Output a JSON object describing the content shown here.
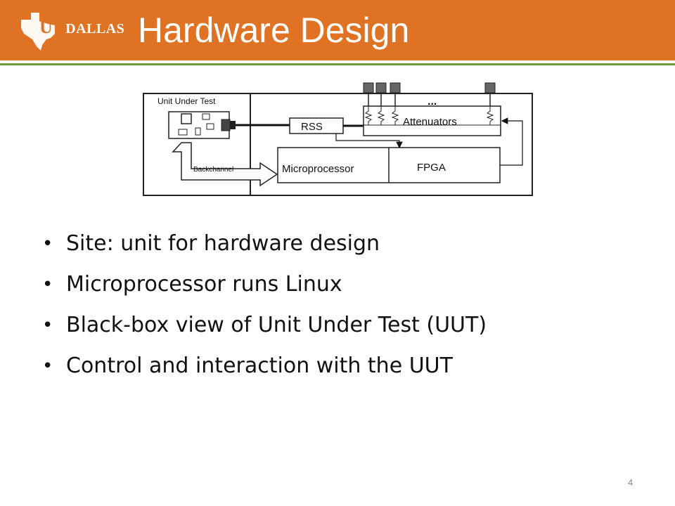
{
  "header": {
    "logo": {
      "ut": "UT",
      "dallas": "DALLAS"
    },
    "title": "Hardware Design"
  },
  "diagram": {
    "labels": {
      "uut": "Unit Under Test",
      "rss": "RSS",
      "attenuators": "Attenuators",
      "ellipsis": "...",
      "microprocessor": "Microprocessor",
      "fpga": "FPGA",
      "backchannel": "Backchannel"
    }
  },
  "bullets": [
    "Site: unit for hardware design",
    "Microprocessor runs Linux",
    "Black-box view of Unit Under Test (UUT)",
    "Control and interaction with the UUT"
  ],
  "footer": {
    "page_number": "4"
  },
  "colors": {
    "header_bg": "#e07323",
    "header_accent": "#6b9a3a",
    "text": "#111111"
  }
}
